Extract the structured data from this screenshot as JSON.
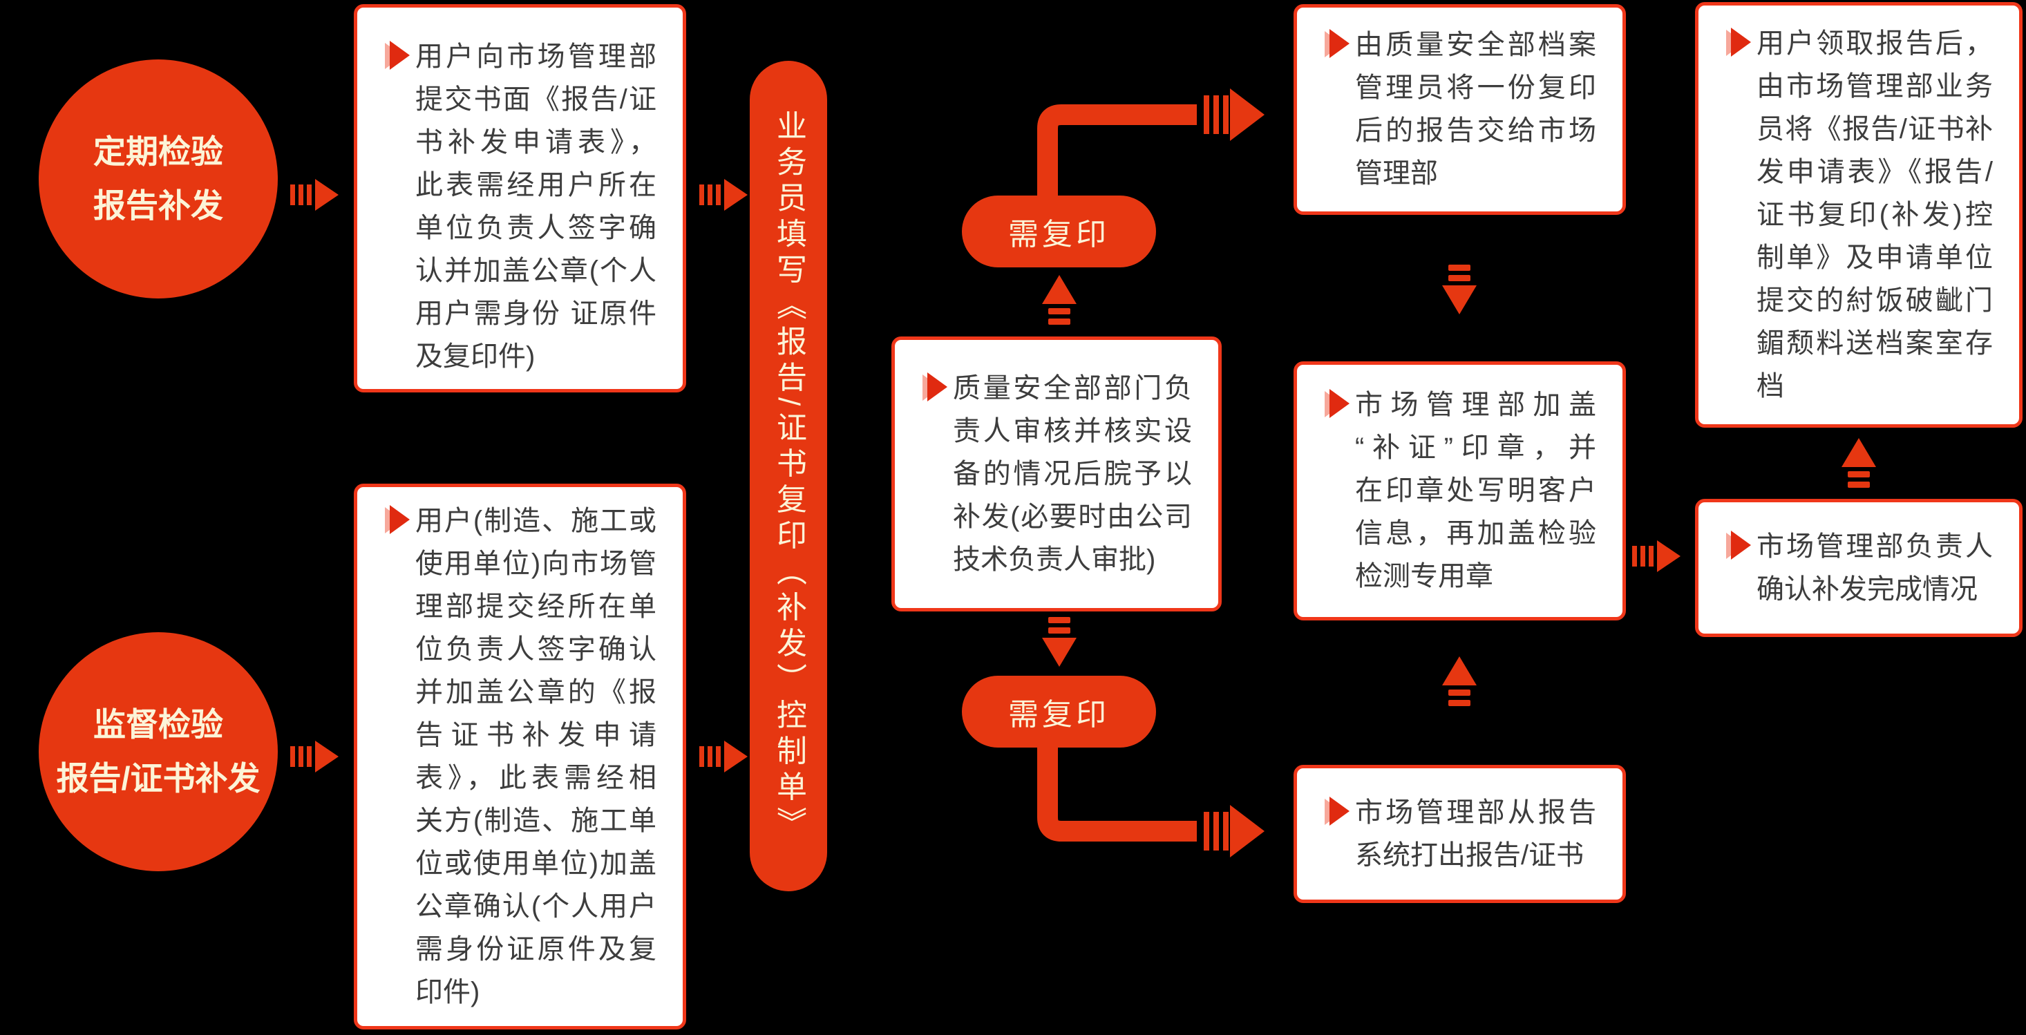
{
  "colors": {
    "background": "#000000",
    "red": "#e63711",
    "border": "#f0371a",
    "bullet_red": "#e02a10",
    "bullet_pink": "#f7a89b",
    "cream": "#fcf4d8",
    "text": "#3d3d3d",
    "box_bg": "#ffffff"
  },
  "circles": {
    "periodic": {
      "lines": [
        "定期检验",
        "报告补发"
      ]
    },
    "supervision": {
      "lines": [
        "监督检验",
        "报告/证书补发"
      ]
    }
  },
  "clerk_pill": {
    "text": "业务员填写《报告/证书复印（补发）控制单》"
  },
  "pills": {
    "copy_top": {
      "label": "需复印"
    },
    "copy_bottom": {
      "label": "需复印"
    }
  },
  "boxes": {
    "periodic_apply": {
      "lines": [
        "用户向市场管理部",
        "提交书面《报告/证",
        "书补发申请表》，",
        "此表需经用户所在",
        "单位负责人签字确",
        "认并加盖公章(个人",
        "用户需身份 证原件",
        "及复印件)"
      ]
    },
    "supervision_apply": {
      "lines": [
        "用户(制造、施工或",
        "使用单位)向市场管",
        "理部提交经所在单",
        "位负责人签字确认",
        "并加盖公章的《报",
        "告证书补发申请",
        "表》，此表需经相",
        "关方(制造、施工单",
        "位或使用单位)加盖",
        "公章确认(个人用户",
        "需身份证原件及复",
        "印件)"
      ]
    },
    "qa_review": {
      "lines": [
        "质量安全部部门负",
        "责人审核并核实设",
        "备的情况后脘予以",
        "补发(必要时由公司",
        "技术负责人审批)"
      ]
    },
    "archive_copy": {
      "lines": [
        "由质量安全部档案",
        "管理员将一份复印",
        "后的报告交给市场",
        "管理部"
      ]
    },
    "stamp": {
      "lines": [
        "市场管理部加盖",
        "“补证”印章，并",
        "在印章处写明客户",
        "信息，再加盖检验",
        "检测专用章"
      ]
    },
    "print_report": {
      "lines": [
        "市场管理部从报告",
        "系统打出报告/证书"
      ]
    },
    "confirm": {
      "lines": [
        "市场管理部负责人",
        "确认补发完成情况"
      ]
    },
    "user_receive": {
      "lines": [
        "用户领取报告后，",
        "由市场管理部业务",
        "员将《报告/证书补",
        "发申请表》《报告/",
        "证书复印(补发)控",
        "制单》及申请单位",
        "提交的紂饭破齜门",
        "鎇颓料送档案室存",
        "档"
      ]
    }
  }
}
